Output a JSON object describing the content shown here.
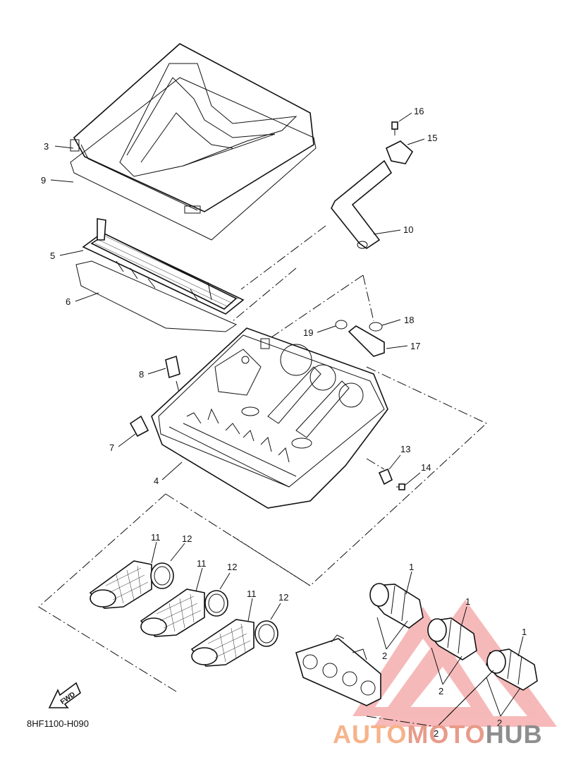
{
  "callouts": [
    {
      "id": "3",
      "label": "3"
    },
    {
      "id": "9",
      "label": "9"
    },
    {
      "id": "5",
      "label": "5"
    },
    {
      "id": "6",
      "label": "6"
    },
    {
      "id": "8",
      "label": "8"
    },
    {
      "id": "7",
      "label": "7"
    },
    {
      "id": "4",
      "label": "4"
    },
    {
      "id": "16",
      "label": "16"
    },
    {
      "id": "15",
      "label": "15"
    },
    {
      "id": "10",
      "label": "10"
    },
    {
      "id": "18",
      "label": "18"
    },
    {
      "id": "19",
      "label": "19"
    },
    {
      "id": "17",
      "label": "17"
    },
    {
      "id": "13",
      "label": "13"
    },
    {
      "id": "14",
      "label": "14"
    },
    {
      "id": "11a",
      "label": "11"
    },
    {
      "id": "12a",
      "label": "12"
    },
    {
      "id": "11b",
      "label": "11"
    },
    {
      "id": "12b",
      "label": "12"
    },
    {
      "id": "11c",
      "label": "11"
    },
    {
      "id": "12c",
      "label": "12"
    },
    {
      "id": "1a",
      "label": "1"
    },
    {
      "id": "1b",
      "label": "1"
    },
    {
      "id": "1c",
      "label": "1"
    },
    {
      "id": "2a",
      "label": "2"
    },
    {
      "id": "2b",
      "label": "2"
    },
    {
      "id": "2c",
      "label": "2"
    },
    {
      "id": "2d",
      "label": "2"
    }
  ],
  "fwd_label": "FWD",
  "drawing_code": "8HF1100-H090",
  "watermark": {
    "part1": "AUTO",
    "part2": "MOTO",
    "part3": "HUB",
    "triangle_color": "#f08080"
  }
}
